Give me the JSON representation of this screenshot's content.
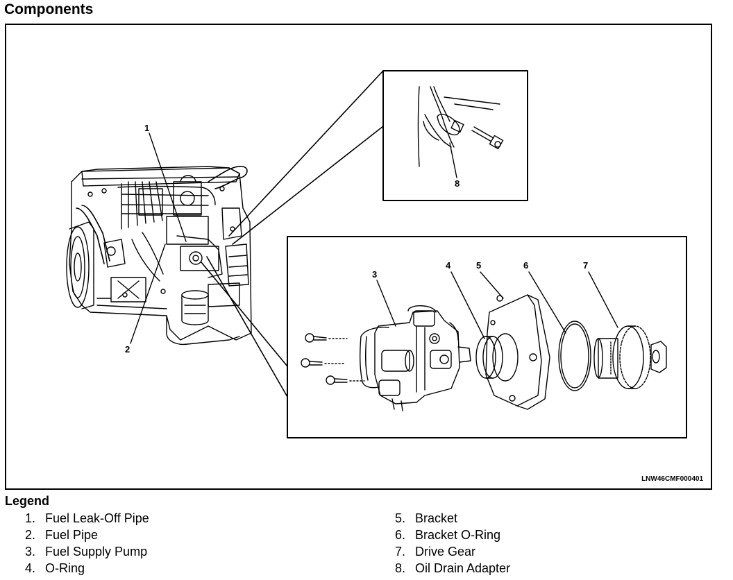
{
  "page": {
    "title": "Components",
    "figure_code": "LNW46CMF000401"
  },
  "callouts": {
    "c1": "1",
    "c2": "2",
    "c3": "3",
    "c4": "4",
    "c5": "5",
    "c6": "6",
    "c7": "7",
    "c8": "8"
  },
  "legend": {
    "title": "Legend",
    "items": [
      {
        "num": "1.",
        "label": "Fuel Leak-Off Pipe"
      },
      {
        "num": "2.",
        "label": "Fuel Pipe"
      },
      {
        "num": "3.",
        "label": "Fuel Supply Pump"
      },
      {
        "num": "4.",
        "label": "O-Ring"
      },
      {
        "num": "5.",
        "label": "Bracket"
      },
      {
        "num": "6.",
        "label": "Bracket O-Ring"
      },
      {
        "num": "7.",
        "label": "Drive Gear"
      },
      {
        "num": "8.",
        "label": "Oil Drain Adapter"
      }
    ]
  }
}
